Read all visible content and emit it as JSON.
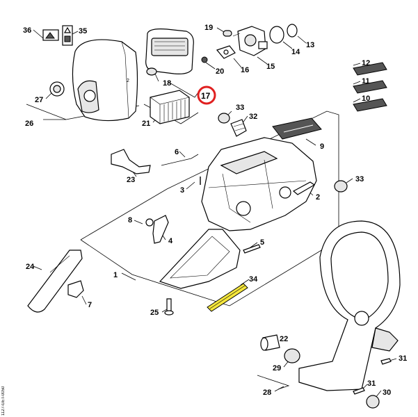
{
  "diagram": {
    "labels": [
      "1",
      "2",
      "3",
      "4",
      "5",
      "6",
      "7",
      "8",
      "9",
      "10",
      "11",
      "12",
      "13",
      "14",
      "15",
      "16",
      "17",
      "18",
      "19",
      "20",
      "21",
      "22",
      "23",
      "24",
      "25",
      "26",
      "27",
      "28",
      "29",
      "30",
      "31",
      "32",
      "33",
      "34",
      "35",
      "36"
    ],
    "label_31b": "31",
    "label_33b": "33",
    "highlighted_label": "17",
    "highlight_color": "#e02020",
    "highlight_part_color": "#f5e63c",
    "side_code": "1127-GET-0050"
  }
}
